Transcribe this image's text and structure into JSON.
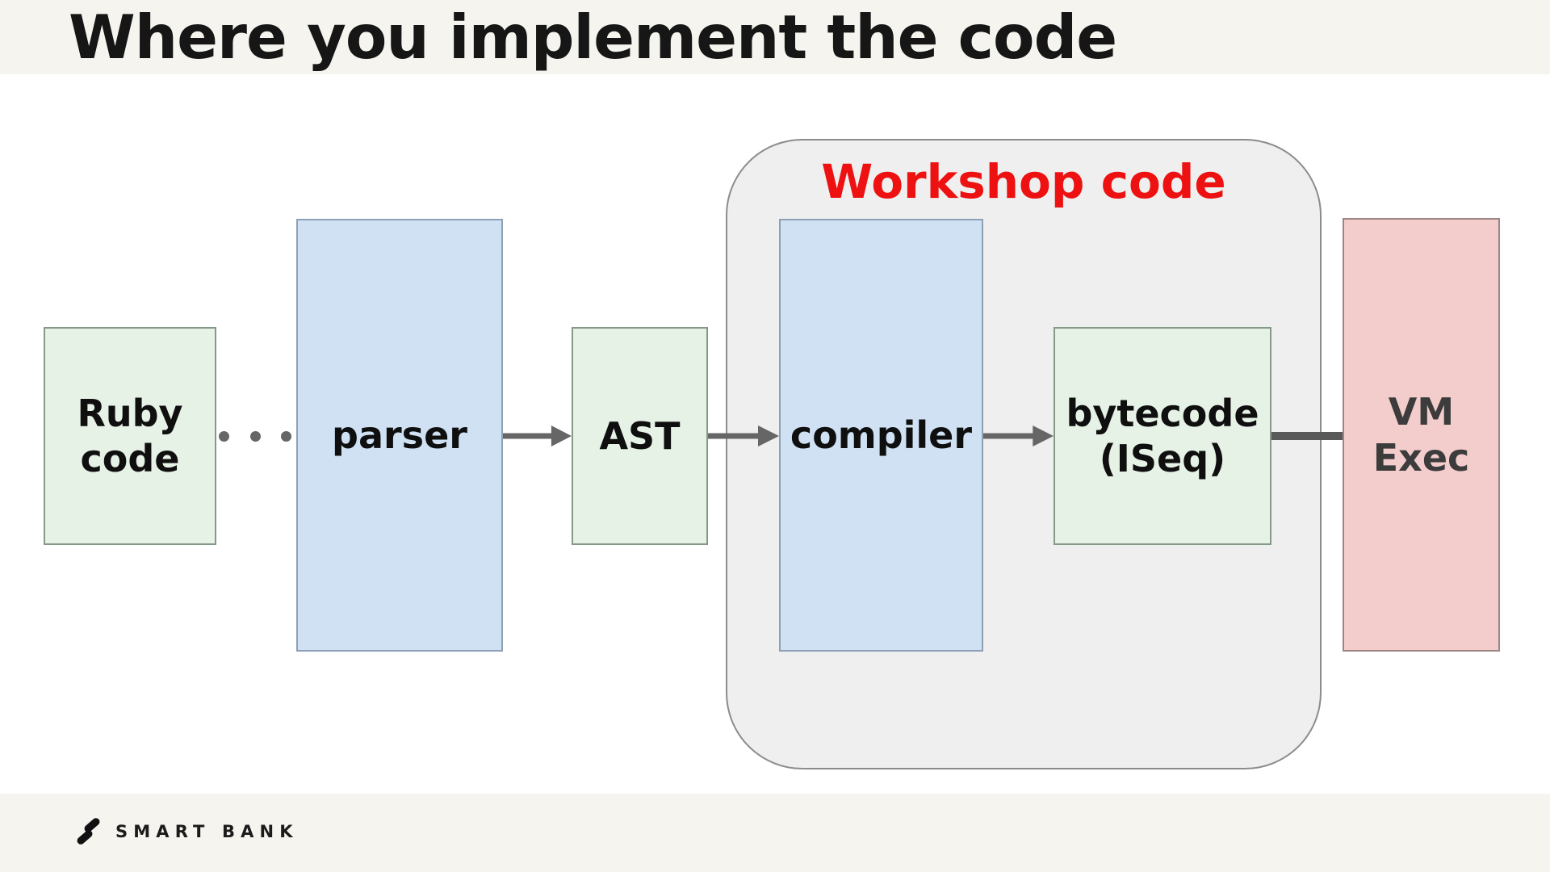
{
  "slide": {
    "title": "Where you implement the code",
    "footer": {
      "brand": "SMART BANK"
    }
  },
  "workshop_group": {
    "label": "Workshop code",
    "contains": [
      "compiler",
      "bytecode-iseq"
    ]
  },
  "nodes": [
    {
      "id": "ruby-code",
      "label": "Ruby\ncode",
      "kind": "artifact"
    },
    {
      "id": "parser",
      "label": "parser",
      "kind": "process"
    },
    {
      "id": "ast",
      "label": "AST",
      "kind": "artifact"
    },
    {
      "id": "compiler",
      "label": "compiler",
      "kind": "process",
      "in_workshop": true
    },
    {
      "id": "bytecode-iseq",
      "label": "bytecode\n(ISeq)",
      "kind": "artifact",
      "in_workshop": true
    },
    {
      "id": "vm-exec",
      "label": "VM\nExec",
      "kind": "exec"
    }
  ],
  "connections": [
    {
      "from": "ruby-code",
      "to": "parser",
      "style": "dotted"
    },
    {
      "from": "parser",
      "to": "ast",
      "style": "arrow"
    },
    {
      "from": "ast",
      "to": "compiler",
      "style": "arrow"
    },
    {
      "from": "compiler",
      "to": "bytecode-iseq",
      "style": "arrow"
    },
    {
      "from": "bytecode-iseq",
      "to": "vm-exec",
      "style": "line"
    }
  ],
  "colors": {
    "page_bg": "#ffffff",
    "band_bg": "#f6f4ee",
    "title_text": "#161616",
    "workshop_fill": "#efefef",
    "workshop_border": "#8c8c8c",
    "workshop_label": "#ee1111",
    "artifact_fill": "#e6f2e6",
    "artifact_border": "#859a85",
    "process_fill": "#cfe1f3",
    "process_border": "#8fa0b5",
    "exec_fill": "#f3cccc",
    "exec_border": "#9d8585",
    "connector": "#666666",
    "logo_text": "#1b1b1b"
  }
}
